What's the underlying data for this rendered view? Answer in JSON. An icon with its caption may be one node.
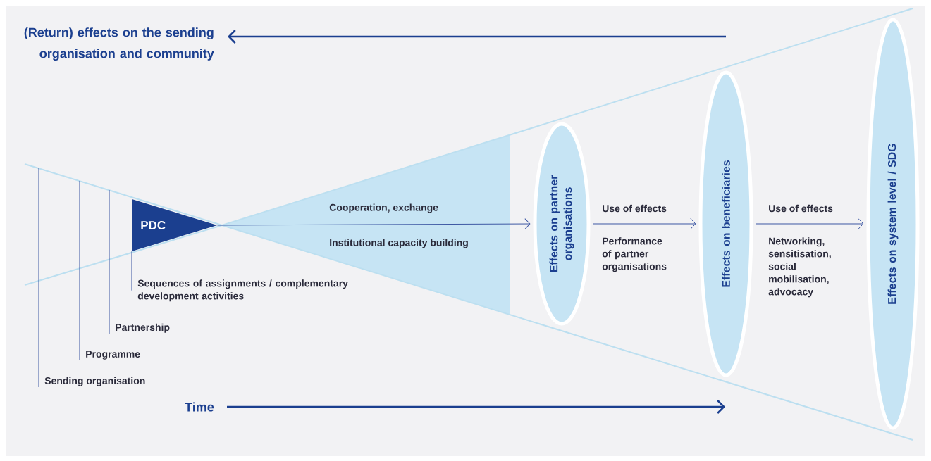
{
  "diagram": {
    "nodes": [
      {
        "text": [
          "PDC"
        ]
      },
      {
        "text": [
          "Effects on partner organisations"
        ]
      },
      {
        "text": [
          "Effects on beneficiaries"
        ]
      },
      {
        "text": [
          "Effects on system level / SDG"
        ]
      },
      {
        "text": [
          "Sequences of assignments / complementary development activities"
        ]
      },
      {
        "text": [
          "Partnership"
        ]
      },
      {
        "text": [
          "Programme"
        ]
      },
      {
        "text": [
          "Sending organisation"
        ]
      }
    ],
    "edges": [
      {
        "from": 0,
        "to": 1,
        "arrow": "to",
        "label": "Cooperation, exchange"
      },
      {
        "from": 1,
        "to": 2,
        "arrow": "to",
        "label": "Use of effects"
      },
      {
        "from": 2,
        "to": 3,
        "arrow": "to",
        "label": "Use of effects"
      },
      {
        "from": 4,
        "to": 0,
        "arrow": "none"
      },
      {
        "from": 5,
        "to": null,
        "arrow": "none"
      },
      {
        "from": 6,
        "to": null,
        "arrow": "none"
      },
      {
        "from": 7,
        "to": null,
        "arrow": "none"
      }
    ],
    "labels": [
      "(Return) effects on the sending organisation and community",
      "Institutional capacity building",
      "Performance of partner organisations",
      "Networking, sensitisation, social mobilisation, advocacy",
      "Time"
    ]
  }
}
